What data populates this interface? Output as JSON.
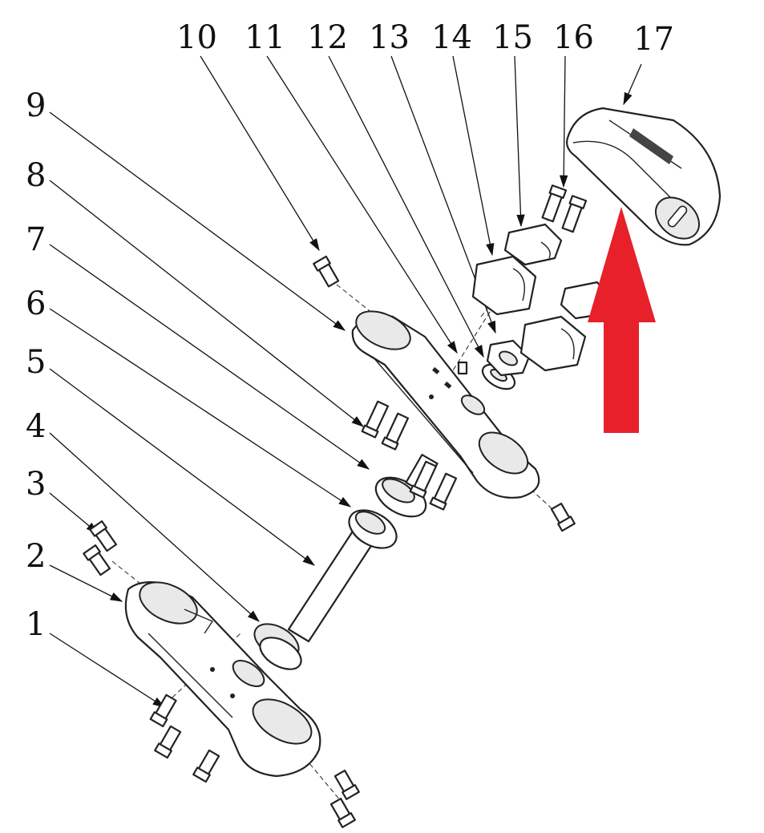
{
  "diagram": {
    "labels": [
      "1",
      "2",
      "3",
      "4",
      "5",
      "6",
      "7",
      "8",
      "9",
      "10",
      "11",
      "12",
      "13",
      "14",
      "15",
      "16",
      "17"
    ]
  },
  "colors": {
    "arrow": "#e8202a",
    "line": "#222222",
    "background": "#ffffff"
  }
}
